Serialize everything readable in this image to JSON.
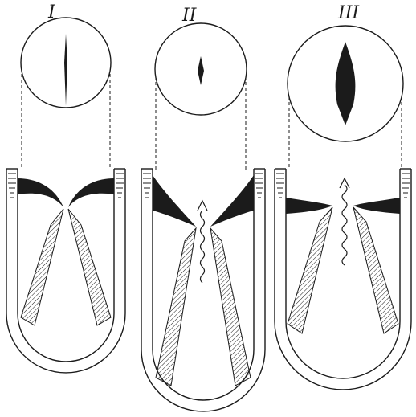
{
  "figure": {
    "panels": [
      {
        "label": "I"
      },
      {
        "label": "II"
      },
      {
        "label": "III"
      }
    ]
  },
  "colors": {
    "ink": "#1b1b1b",
    "background": "#ffffff"
  }
}
